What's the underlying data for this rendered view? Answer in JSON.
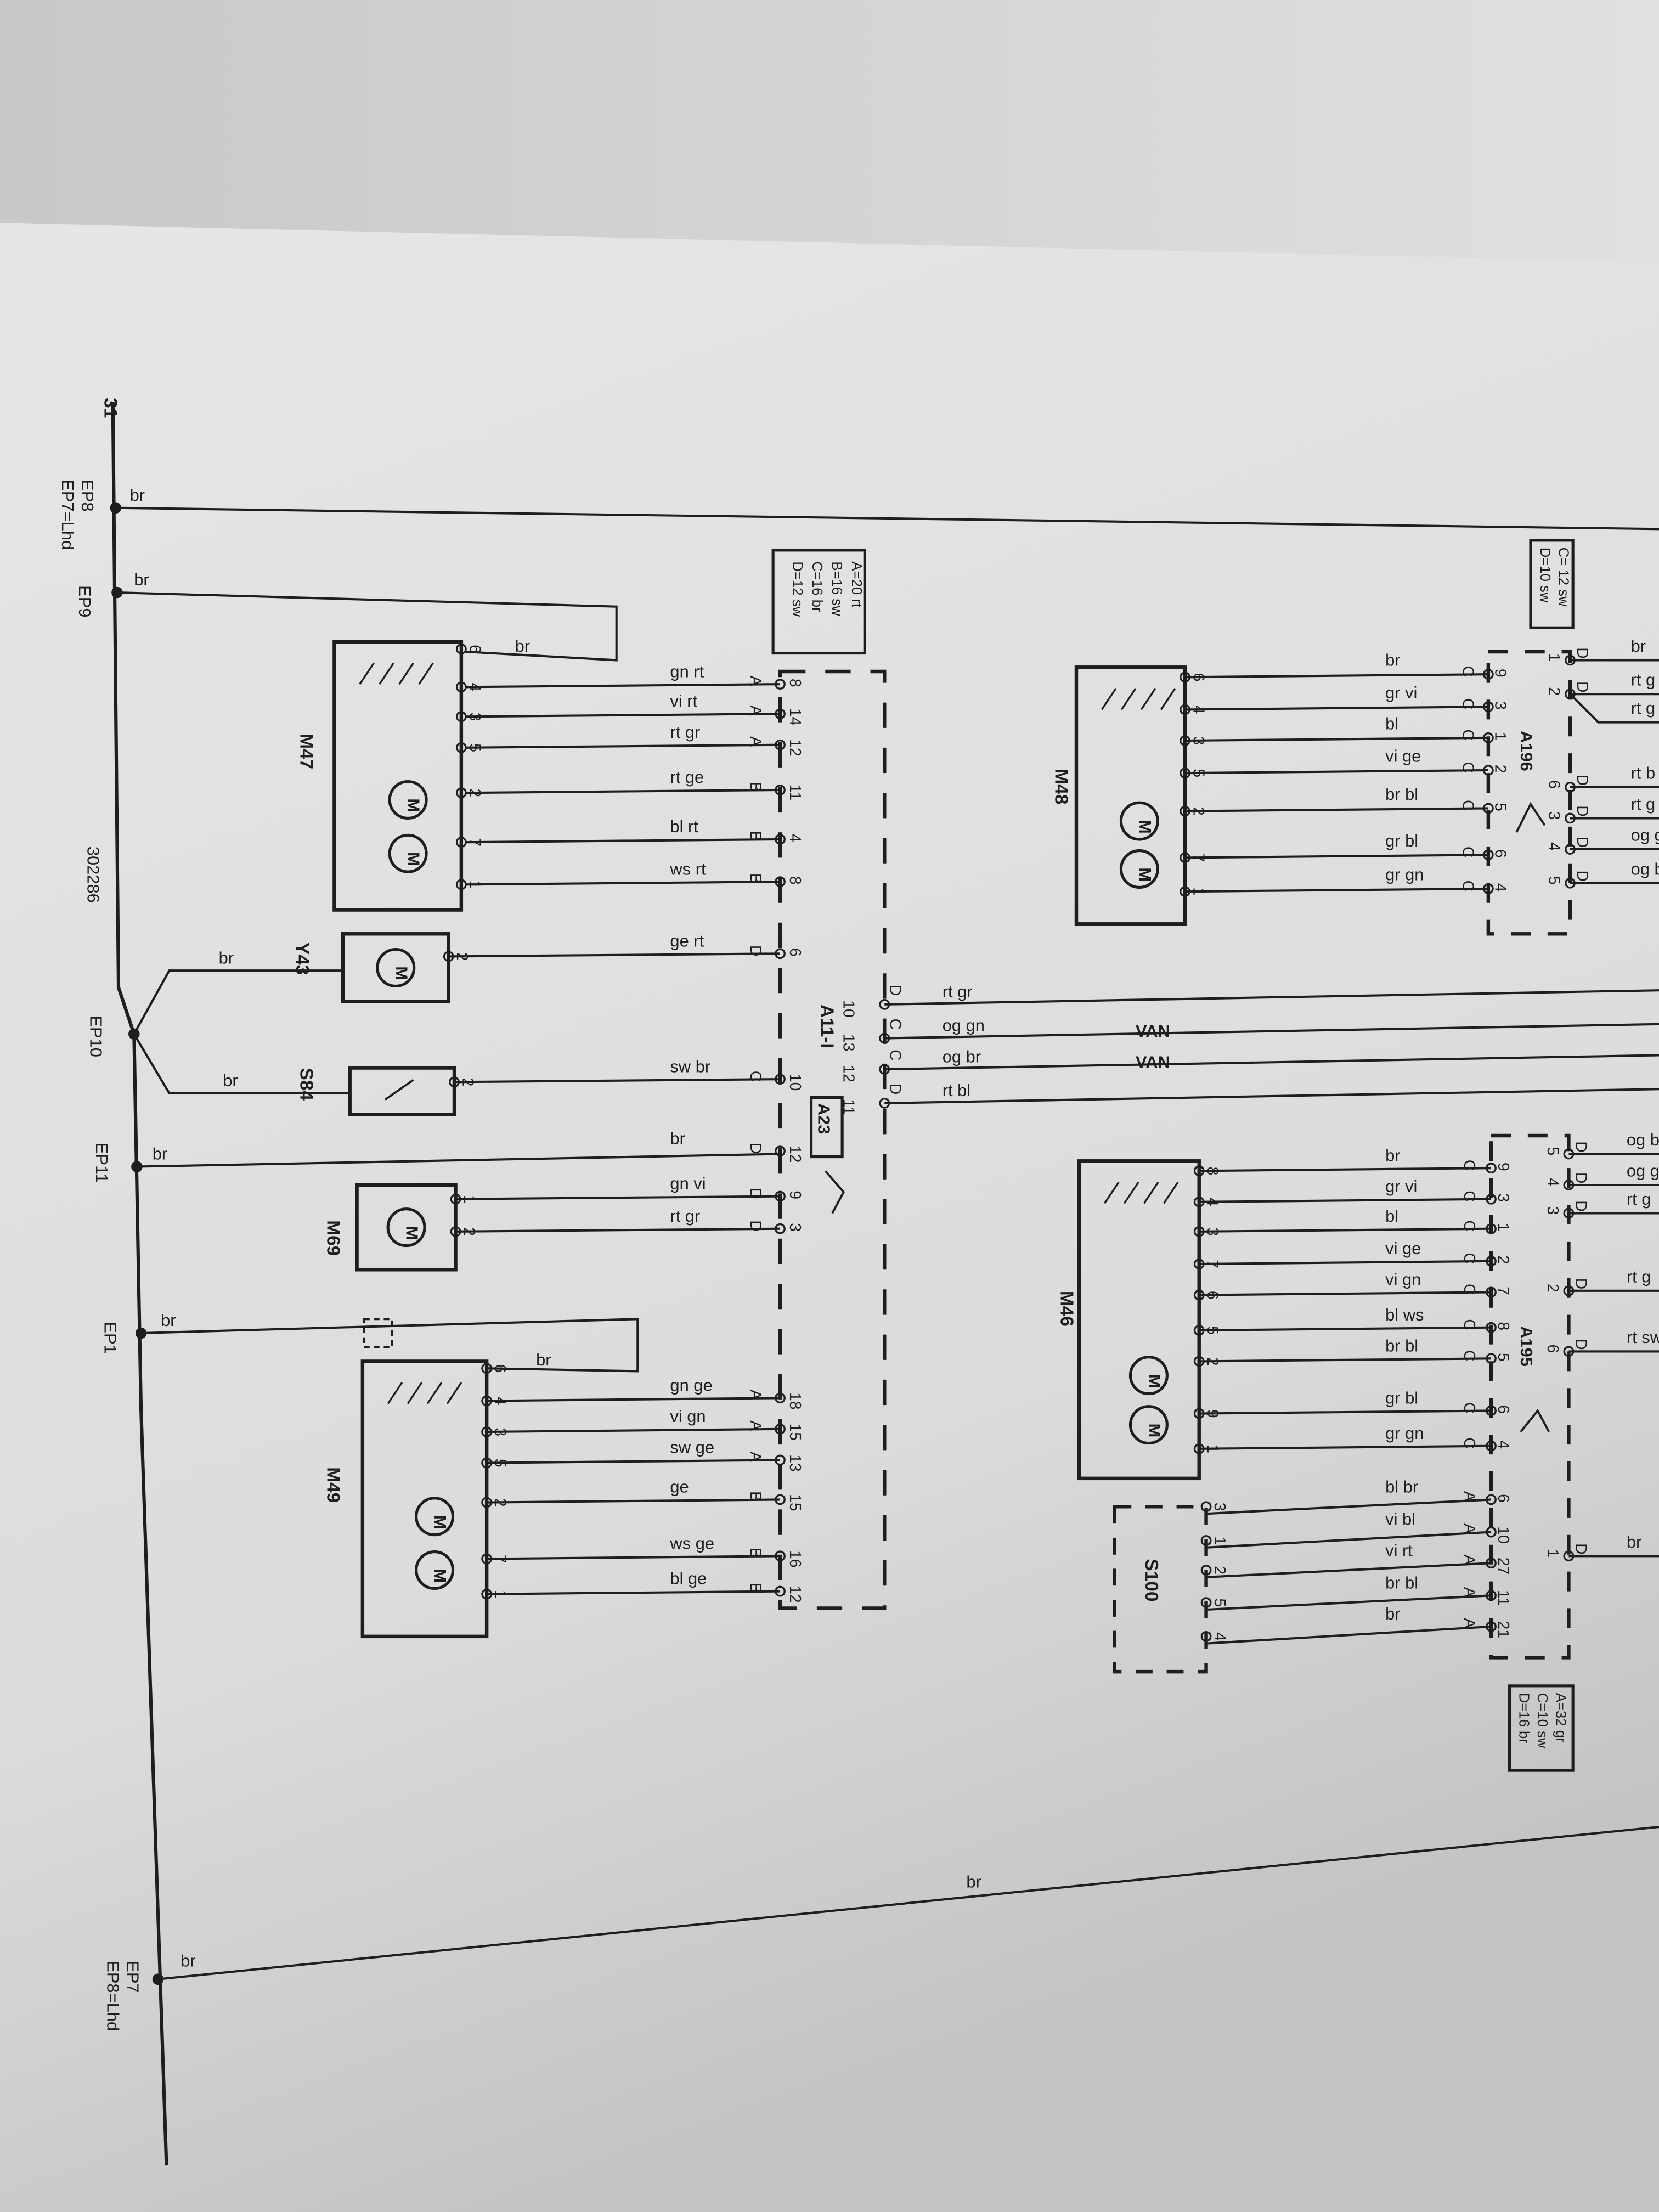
{
  "ground": {
    "bus_label": "31",
    "wire_color": "br",
    "points": {
      "ep8": "EP8",
      "ep7_lhd": "EP7=Lhd",
      "ep9": "EP9",
      "ref": "302286",
      "ep10": "EP10",
      "ep11": "EP11",
      "ep1": "EP1",
      "ep7": "EP7",
      "ep8_lhd": "EP8=Lhd"
    }
  },
  "a11": {
    "name": "A11-I",
    "sub": "A23",
    "legend": [
      "A=20 rt",
      "B=16 sw",
      "C=16 br",
      "D=12 sw"
    ],
    "left_pins": [
      {
        "color": "gn rt",
        "conn": "A",
        "pin": "8"
      },
      {
        "color": "vi rt",
        "conn": "A",
        "pin": "14"
      },
      {
        "color": "rt gr",
        "conn": "A",
        "pin": "12"
      },
      {
        "color": "rt ge",
        "conn": "B",
        "pin": "11"
      },
      {
        "color": "bl rt",
        "conn": "B",
        "pin": "4"
      },
      {
        "color": "ws rt",
        "conn": "B",
        "pin": "8"
      },
      {
        "color": "ge rt",
        "conn": "D",
        "pin": "6"
      },
      {
        "color": "sw br",
        "conn": "C",
        "pin": "10"
      },
      {
        "color": "br",
        "conn": "D",
        "pin": "12"
      },
      {
        "color": "gn vi",
        "conn": "D",
        "pin": "9"
      },
      {
        "color": "rt gr",
        "conn": "D",
        "pin": "3"
      },
      {
        "color": "gn ge",
        "conn": "A",
        "pin": "18"
      },
      {
        "color": "vi gn",
        "conn": "A",
        "pin": "15"
      },
      {
        "color": "sw ge",
        "conn": "A",
        "pin": "13"
      },
      {
        "color": "ge",
        "conn": "B",
        "pin": "15"
      },
      {
        "color": "ws ge",
        "conn": "B",
        "pin": "16"
      },
      {
        "color": "bl ge",
        "conn": "B",
        "pin": "12"
      }
    ],
    "right_pins": [
      {
        "color": "rt gr",
        "conn": "D",
        "pin": "10",
        "bus": ""
      },
      {
        "color": "og gn",
        "conn": "C",
        "pin": "13",
        "bus": "VAN"
      },
      {
        "color": "og br",
        "conn": "C",
        "pin": "12",
        "bus": "VAN"
      },
      {
        "color": "rt bl",
        "conn": "D",
        "pin": "11",
        "bus": ""
      }
    ]
  },
  "m47": {
    "name": "M47",
    "pins": [
      "6",
      "4",
      "3",
      "5",
      "2",
      "7",
      "1"
    ]
  },
  "y43": {
    "name": "Y43",
    "pins": [
      "2"
    ]
  },
  "s84": {
    "name": "S84",
    "pins": [
      "2"
    ]
  },
  "m69": {
    "name": "M69",
    "pins": [
      "1",
      "2"
    ]
  },
  "m49": {
    "name": "M49",
    "pins": [
      "6",
      "4",
      "3",
      "5",
      "2",
      "7",
      "1"
    ]
  },
  "m48": {
    "name": "M48",
    "pins": [
      "6",
      "4",
      "3",
      "5",
      "2",
      "7",
      "1"
    ]
  },
  "m46": {
    "name": "M46",
    "pins": [
      "8",
      "4",
      "3",
      "7",
      "6",
      "5",
      "2",
      "9",
      "1"
    ]
  },
  "s100": {
    "name": "S100",
    "pins": [
      "3",
      "1",
      "2",
      "5",
      "4"
    ]
  },
  "motor_symbol": "M",
  "a196": {
    "name": "A196",
    "legend": [
      "C= 12 sw",
      "D=10 sw"
    ],
    "left_pins": [
      {
        "color": "br",
        "conn": "C",
        "pin": "9"
      },
      {
        "color": "gr vi",
        "conn": "C",
        "pin": "3"
      },
      {
        "color": "bl",
        "conn": "C",
        "pin": "1"
      },
      {
        "color": "vi ge",
        "conn": "C",
        "pin": "2"
      },
      {
        "color": "br bl",
        "conn": "C",
        "pin": "5"
      },
      {
        "color": "gr bl",
        "conn": "C",
        "pin": "6"
      },
      {
        "color": "gr gn",
        "conn": "C",
        "pin": "4"
      }
    ],
    "right_pins": [
      {
        "color": "br",
        "conn": "D",
        "pin": "1"
      },
      {
        "color": "rt g",
        "conn": "D",
        "pin": "2"
      },
      {
        "color": "rt g",
        "conn": "",
        "pin": ""
      },
      {
        "color": "rt b",
        "conn": "D",
        "pin": "6"
      },
      {
        "color": "rt g",
        "conn": "D",
        "pin": "3"
      },
      {
        "color": "og g",
        "conn": "D",
        "pin": "4"
      },
      {
        "color": "og b",
        "conn": "D",
        "pin": "5"
      }
    ]
  },
  "a195": {
    "name": "A195",
    "legend": [
      "A=32 gr",
      "C=10 sw",
      "D=16 br"
    ],
    "left_pins": [
      {
        "color": "br",
        "conn": "C",
        "pin": "9"
      },
      {
        "color": "gr vi",
        "conn": "C",
        "pin": "3"
      },
      {
        "color": "bl",
        "conn": "C",
        "pin": "1"
      },
      {
        "color": "vi ge",
        "conn": "C",
        "pin": "2"
      },
      {
        "color": "vi gn",
        "conn": "C",
        "pin": "7"
      },
      {
        "color": "bl ws",
        "conn": "C",
        "pin": "8"
      },
      {
        "color": "br bl",
        "conn": "C",
        "pin": "5"
      },
      {
        "color": "gr bl",
        "conn": "C",
        "pin": "6"
      },
      {
        "color": "gr gn",
        "conn": "C",
        "pin": "4"
      },
      {
        "color": "bl br",
        "conn": "A",
        "pin": "6"
      },
      {
        "color": "vi bl",
        "conn": "A",
        "pin": "10"
      },
      {
        "color": "vi rt",
        "conn": "A",
        "pin": "27"
      },
      {
        "color": "br bl",
        "conn": "A",
        "pin": "11"
      },
      {
        "color": "br",
        "conn": "A",
        "pin": "21"
      }
    ],
    "right_pins": [
      {
        "color": "og b",
        "conn": "D",
        "pin": "5"
      },
      {
        "color": "og g",
        "conn": "D",
        "pin": "4"
      },
      {
        "color": "rt g",
        "conn": "D",
        "pin": "3"
      },
      {
        "color": "rt g",
        "conn": "D",
        "pin": "2"
      },
      {
        "color": "rt sw",
        "conn": "D",
        "pin": "6"
      },
      {
        "color": "br",
        "conn": "D",
        "pin": "1"
      }
    ]
  },
  "colors": {
    "paper": "#e3e3e1",
    "shadow": "#a9a9a7",
    "ink": "#1e1e1e"
  }
}
